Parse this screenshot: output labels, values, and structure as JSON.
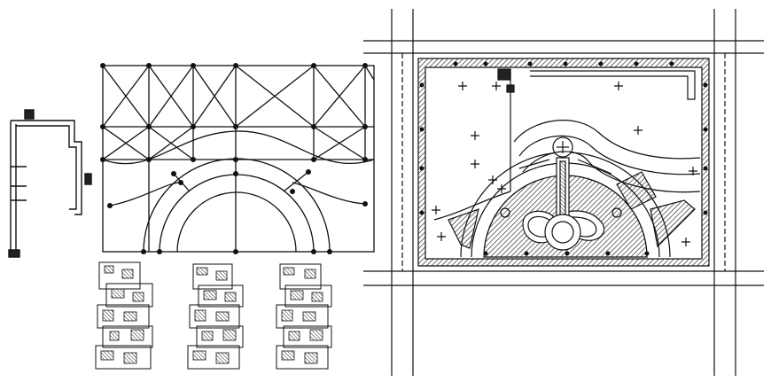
{
  "drawing": {
    "ink_color": "#111111",
    "background_color": "#ffffff",
    "hatch_color": "#222222",
    "annotation_text": []
  },
  "views": [
    {
      "name": "elevation-detail-section"
    },
    {
      "name": "ceiling-framing-grid-plan"
    },
    {
      "name": "building-plan-thumbnail-1"
    },
    {
      "name": "building-plan-thumbnail-2"
    },
    {
      "name": "building-plan-thumbnail-3"
    },
    {
      "name": "site-landscape-layout-plan"
    }
  ]
}
